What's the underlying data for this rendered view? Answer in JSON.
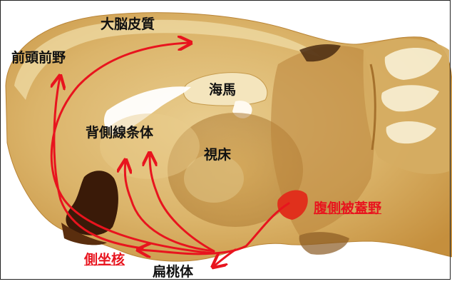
{
  "labels": {
    "cortex": "大脳皮質",
    "prefrontal": "前頭前野",
    "hippocampus": "海馬",
    "dorsal_striatum": "背側線条体",
    "thalamus": "視床",
    "vta": "腹側被蓋野",
    "nucleus_accumbens": "側坐核",
    "amygdala": "扁桃体"
  },
  "colors": {
    "tissue": "#c99a48",
    "tissue_light": "#e7ca8a",
    "tissue_pale": "#f6e9c7",
    "tissue_dark": "#6e3f14",
    "nucleus_dark": "#3a1a08",
    "pathway_red": "#e8141e",
    "vta_spot": "#e0301c"
  }
}
